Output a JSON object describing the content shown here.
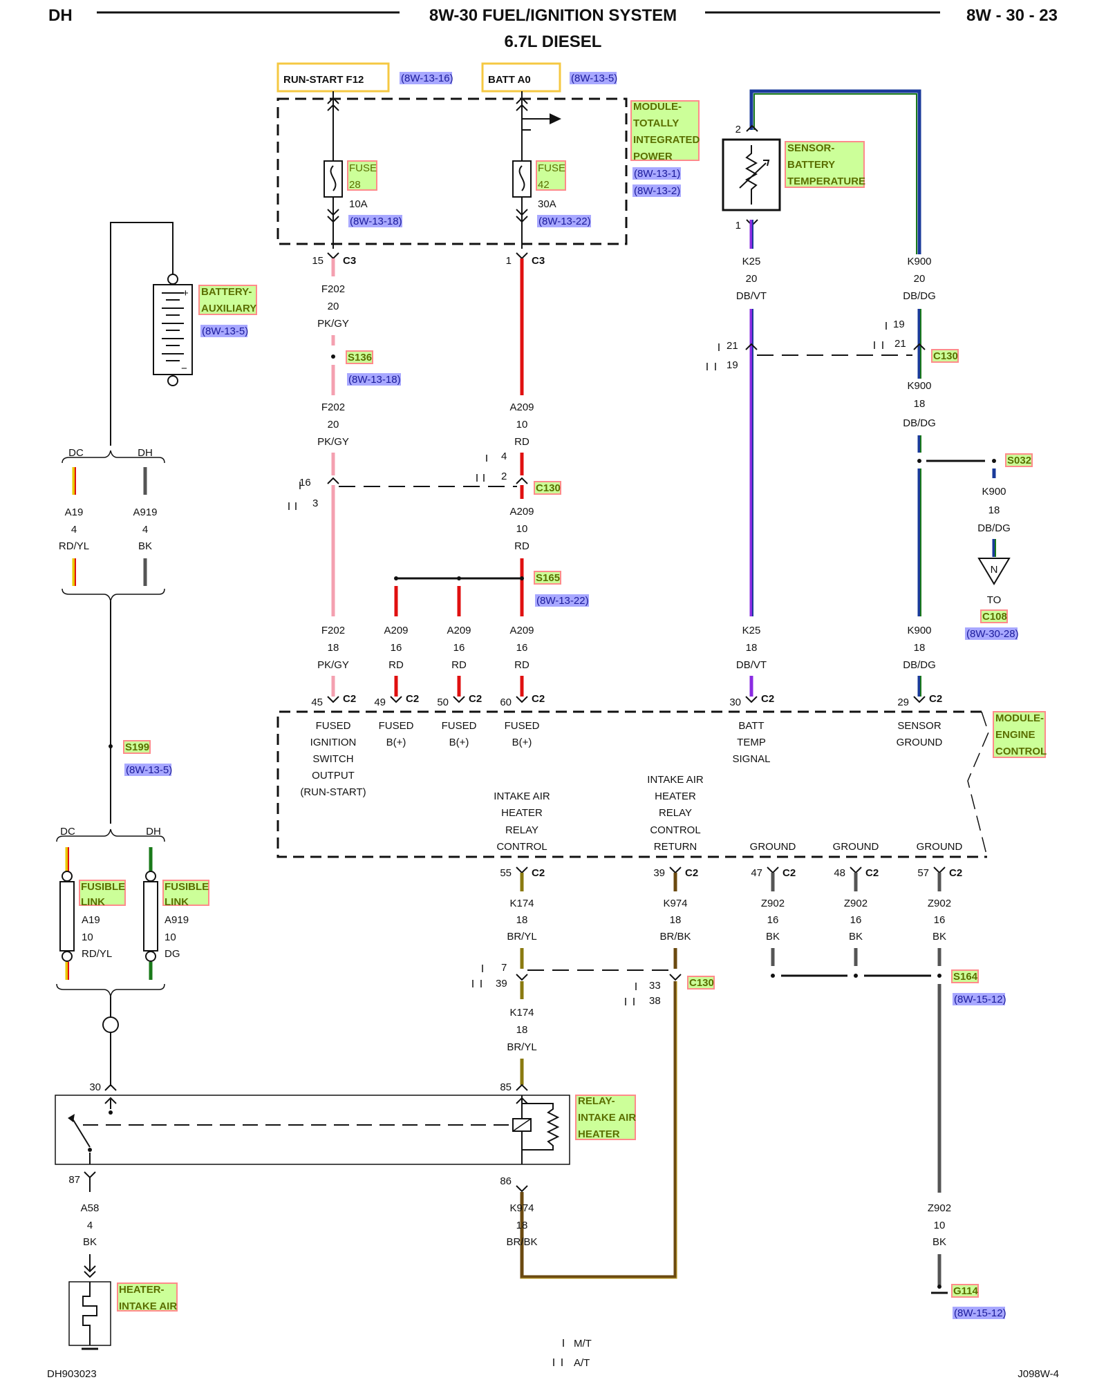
{
  "header": {
    "left": "DH",
    "title": "8W-30 FUEL/IGNITION SYSTEM",
    "subtitle": "6.7L DIESEL",
    "page": "8W - 30 - 23"
  },
  "footer": {
    "left": "DH903023",
    "right": "J098W-4"
  },
  "legend": {
    "mt": "M/T",
    "at": "A/T"
  },
  "power_boxes": [
    {
      "label": "RUN-START F12",
      "ref": "(8W-13-16)"
    },
    {
      "label": "BATT A0",
      "ref": "(8W-13-5)"
    }
  ],
  "tipm": {
    "name": [
      "MODULE-",
      "TOTALLY",
      "INTEGRATED",
      "POWER"
    ],
    "refs": [
      "(8W-13-1)",
      "(8W-13-2)"
    ],
    "fuse28": {
      "name": [
        "FUSE",
        "28"
      ],
      "rating": "10A",
      "ref": "(8W-13-18)"
    },
    "fuse42": {
      "name": [
        "FUSE",
        "42"
      ],
      "rating": "30A",
      "ref": "(8W-13-22)"
    }
  },
  "battery_aux": {
    "name": [
      "BATTERY-",
      "AUXILIARY"
    ],
    "ref": "(8W-13-5)"
  },
  "battery_temp_sensor": {
    "name": [
      "SENSOR-",
      "BATTERY",
      "TEMPERATURE"
    ],
    "pin_top": "2",
    "pin_bottom": "1"
  },
  "ecm": {
    "name": [
      "MODULE-",
      "ENGINE",
      "CONTROL"
    ],
    "top_pins": [
      {
        "num": "45",
        "conn": "C2",
        "label": [
          "FUSED",
          "IGNITION",
          "SWITCH",
          "OUTPUT",
          "(RUN-START)"
        ]
      },
      {
        "num": "49",
        "conn": "C2",
        "label": [
          "FUSED",
          "B(+)"
        ]
      },
      {
        "num": "50",
        "conn": "C2",
        "label": [
          "FUSED",
          "B(+)"
        ]
      },
      {
        "num": "60",
        "conn": "C2",
        "label": [
          "FUSED",
          "B(+)"
        ]
      },
      {
        "num": "30",
        "conn": "C2",
        "label": [
          "BATT",
          "TEMP",
          "SIGNAL"
        ]
      },
      {
        "num": "29",
        "conn": "C2",
        "label": [
          "SENSOR",
          "GROUND"
        ]
      }
    ],
    "bottom_pins": [
      {
        "num": "55",
        "conn": "C2",
        "label": [
          "INTAKE AIR",
          "HEATER",
          "RELAY",
          "CONTROL"
        ]
      },
      {
        "num": "39",
        "conn": "C2",
        "label": [
          "INTAKE AIR",
          "HEATER",
          "RELAY",
          "CONTROL",
          "RETURN"
        ]
      },
      {
        "num": "47",
        "conn": "C2",
        "label": [
          "GROUND"
        ]
      },
      {
        "num": "48",
        "conn": "C2",
        "label": [
          "GROUND"
        ]
      },
      {
        "num": "57",
        "conn": "C2",
        "label": [
          "GROUND"
        ]
      }
    ]
  },
  "connectors": {
    "c3_15": {
      "num": "15",
      "conn": "C3"
    },
    "c3_1": {
      "num": "1",
      "conn": "C3"
    },
    "c130": "C130"
  },
  "c130_pins": {
    "f202": [
      "16",
      "3"
    ],
    "a209": [
      "4",
      "2"
    ],
    "k25": [
      "21",
      "19"
    ],
    "k900": [
      "19",
      "21"
    ],
    "k174": [
      "7",
      "39"
    ],
    "k974": [
      "33",
      "38"
    ]
  },
  "splices": {
    "s136": {
      "name": "S136",
      "ref": "(8W-13-18)"
    },
    "s165": {
      "name": "S165",
      "ref": "(8W-13-22)"
    },
    "s032": {
      "name": "S032"
    },
    "s199": {
      "name": "S199",
      "ref": "(8W-13-5)"
    },
    "s164": {
      "name": "S164",
      "ref": "(8W-15-12)"
    },
    "g114": {
      "name": "G114",
      "ref": "(8W-15-12)"
    }
  },
  "to_c108": {
    "label": "TO",
    "conn": "C108",
    "ref": "(8W-30-28)",
    "tri": "N"
  },
  "wires": {
    "f202_a": [
      "F202",
      "20",
      "PK/GY"
    ],
    "f202_b": [
      "F202",
      "20",
      "PK/GY"
    ],
    "f202_c": [
      "F202",
      "18",
      "PK/GY"
    ],
    "a209_a": [
      "A209",
      "10",
      "RD"
    ],
    "a209_b": [
      "A209",
      "10",
      "RD"
    ],
    "a209_49": [
      "A209",
      "16",
      "RD"
    ],
    "a209_50": [
      "A209",
      "16",
      "RD"
    ],
    "a209_60": [
      "A209",
      "16",
      "RD"
    ],
    "k25_a": [
      "K25",
      "20",
      "DB/VT"
    ],
    "k25_b": [
      "K25",
      "18",
      "DB/VT"
    ],
    "k900_a": [
      "K900",
      "20",
      "DB/DG"
    ],
    "k900_b": [
      "K900",
      "18",
      "DB/DG"
    ],
    "k900_c": [
      "K900",
      "18",
      "DB/DG"
    ],
    "k900_d": [
      "K900",
      "18",
      "DB/DG"
    ],
    "a19_top": [
      "A19",
      "4",
      "RD/YL"
    ],
    "a919_top": [
      "A919",
      "4",
      "BK"
    ],
    "a19_fl": [
      "A19",
      "10",
      "RD/YL"
    ],
    "a919_fl": [
      "A919",
      "10",
      "DG"
    ],
    "k174_a": [
      "K174",
      "18",
      "BR/YL"
    ],
    "k174_b": [
      "K174",
      "18",
      "BR/YL"
    ],
    "k974_a": [
      "K974",
      "18",
      "BR/BK"
    ],
    "k974_b": [
      "K974",
      "18",
      "BR/BK"
    ],
    "z902_47": [
      "Z902",
      "16",
      "BK"
    ],
    "z902_48": [
      "Z902",
      "16",
      "BK"
    ],
    "z902_57": [
      "Z902",
      "16",
      "BK"
    ],
    "z902_g": [
      "Z902",
      "10",
      "BK"
    ],
    "a58": [
      "A58",
      "4",
      "BK"
    ]
  },
  "variants": {
    "dc": "DC",
    "dh": "DH"
  },
  "fusible_link": [
    "FUSIBLE",
    "LINK"
  ],
  "relay": {
    "name": [
      "RELAY-",
      "INTAKE AIR",
      "HEATER"
    ],
    "pins": {
      "p30": "30",
      "p85": "85",
      "p87": "87",
      "p86": "86"
    }
  },
  "heater": {
    "name": [
      "HEATER-",
      "INTAKE AIR"
    ]
  },
  "colors": {
    "pk_gy": "#f4a0b0",
    "rd": "#e01010",
    "yl": "#e8c800",
    "bk": "#555555",
    "dg": "#1a7a1a",
    "db": "#1a3a9a",
    "vt": "#8a2be2",
    "br": "#6b4a10",
    "br_yl": "#8a7a10",
    "label_bg": "#ccff99",
    "label_border": "#ff8a8a",
    "ref_bg": "#a8a8ff",
    "box_border": "#f5c842"
  }
}
